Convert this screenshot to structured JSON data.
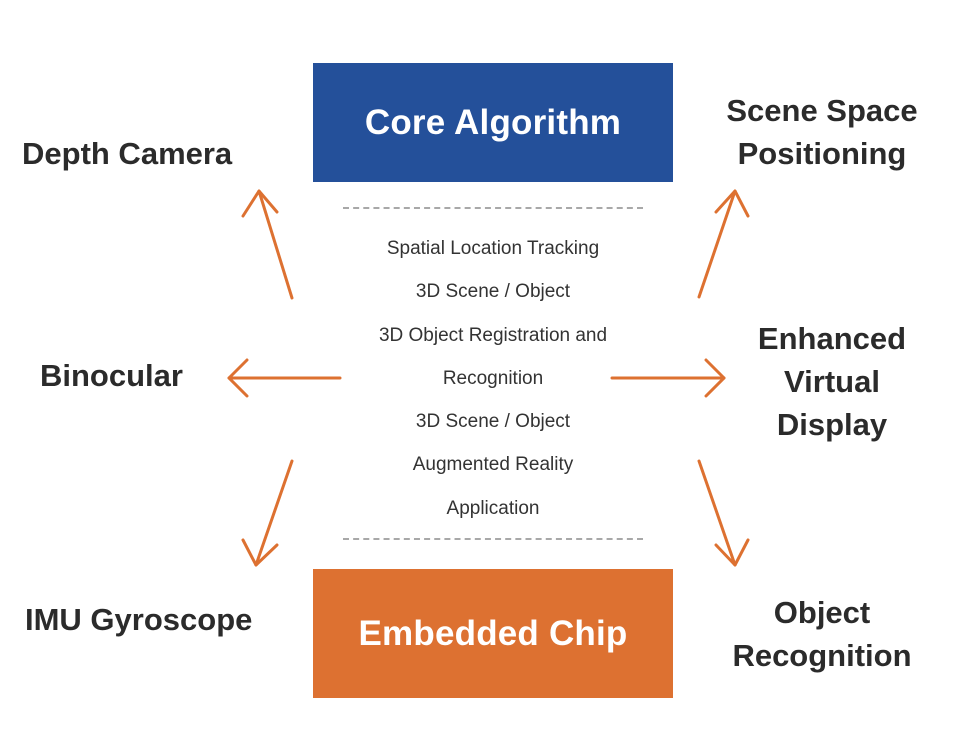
{
  "core_box": {
    "label": "Core Algorithm",
    "color": "#24509a"
  },
  "chip_box": {
    "label": "Embedded Chip",
    "color": "#dd7131"
  },
  "left_labels": {
    "depth_camera": "Depth Camera",
    "binocular": "Binocular",
    "imu_gyroscope": "IMU Gyroscope"
  },
  "right_labels": {
    "scene_space": [
      "Scene Space",
      "Positioning"
    ],
    "enhanced_virtual": [
      "Enhanced",
      "Virtual",
      "Display"
    ],
    "object_recognition": [
      "Object",
      "Recognition"
    ]
  },
  "center_items": [
    "Spatial Location Tracking",
    "3D Scene / Object",
    "3D Object Registration and",
    "Recognition",
    "3D Scene / Object",
    "Augmented Reality",
    "Application"
  ],
  "arrow_color": "#dd7131"
}
